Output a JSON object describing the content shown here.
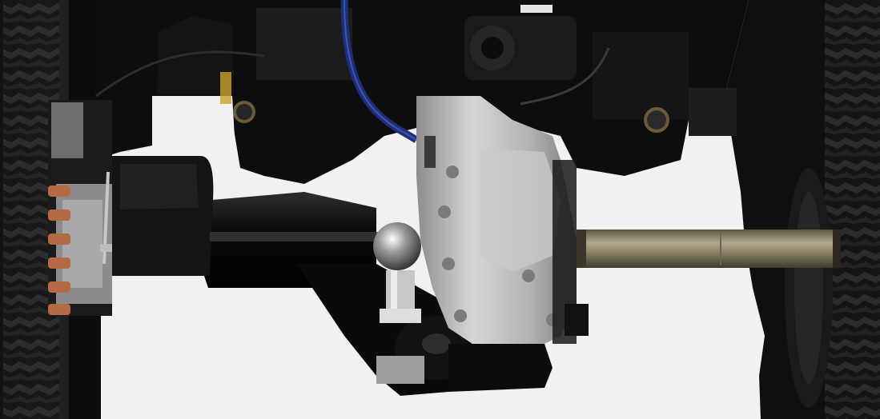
{
  "colors": {
    "background": "#f1f1f1",
    "undercarriage_black": "#0d0d0d",
    "tire_dark": "#1b1b1b",
    "tire_tread": "#2c2c2c",
    "housing_silver": "#b8b8b8",
    "housing_highlight": "#dcdcdc",
    "shaft_brass": "#8a8066",
    "copper_bolts": "#b46a45",
    "hose_blue": "#1d2f7a"
  },
  "components": [
    "left-tire",
    "right-tire",
    "upper-frame",
    "axle-tube",
    "differential-housing",
    "drive-shaft",
    "mounting-bracket",
    "brake-assembly",
    "blue-hose",
    "hex-bolt"
  ]
}
